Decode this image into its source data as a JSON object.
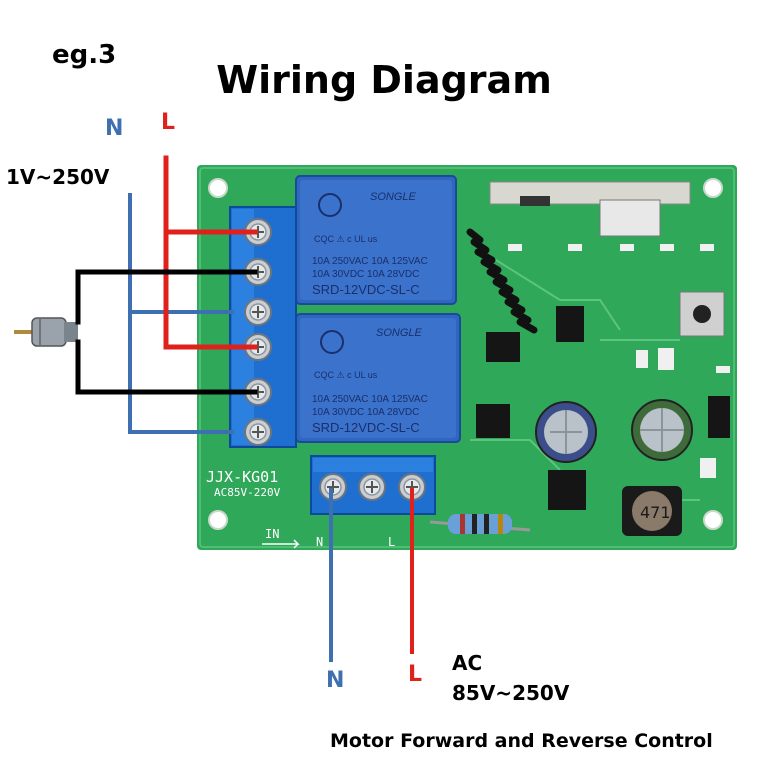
{
  "example_label": "eg.3",
  "title": "Wiring Diagram",
  "top_labels": {
    "neutral": "N",
    "live": "L"
  },
  "left_voltage": "1V~250V",
  "bottom_labels": {
    "neutral": "N",
    "live": "L"
  },
  "ac_input": {
    "line1": "AC",
    "line2": "85V~250V"
  },
  "caption": "Motor Forward and Reverse Control",
  "board": {
    "model": "JJX-KG01",
    "rating": "AC85V-220V",
    "input_label": "IN",
    "input_n": "N",
    "input_l": "L",
    "inductor_code": "471"
  },
  "relay": {
    "brand": "SONGLE",
    "rating1": "10A 250VAC  10A 125VAC",
    "rating2": "10A  30VDC  10A  28VDC",
    "model": "SRD-12VDC-SL-C"
  },
  "colors": {
    "neutral_wire": "#3e6fb0",
    "live_wire": "#e0201b",
    "common_wire": "#000000",
    "pcb": "#2fa85a",
    "terminal": "#1f6fd0",
    "relay": "#2f66c2"
  }
}
